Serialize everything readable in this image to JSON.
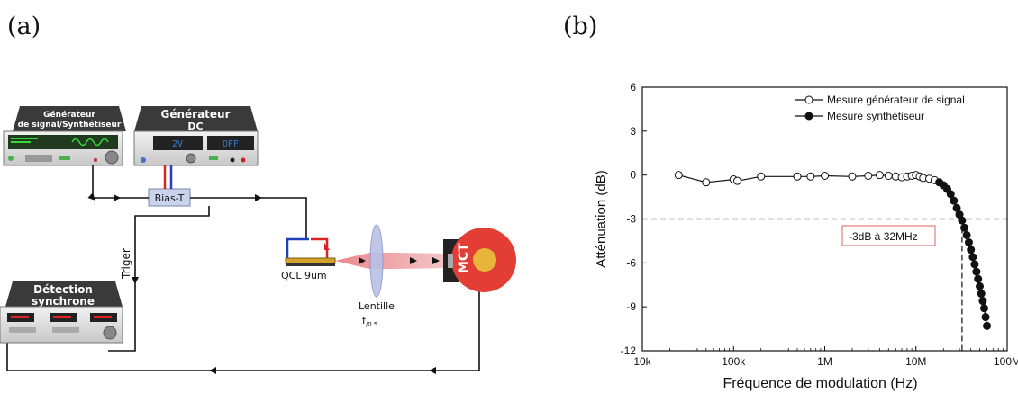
{
  "panel_a": {
    "label": "(a)",
    "signal_generator_title_1": "Générateur",
    "signal_generator_title_2": "de signal/Synthétiseur",
    "dc_generator_title_1": "Générateur",
    "dc_generator_title_2": "DC",
    "dc_display_left": "2V",
    "dc_display_right": "OFF",
    "bias_t_label": "Bias-T",
    "triger_label": "Triger",
    "qcl_label": "QCL 9um",
    "lens_label": "Lentille",
    "lens_f": "f",
    "lens_f_sub": "/0.5",
    "detector_label": "MCT",
    "lockin_title_1": "Détection",
    "lockin_title_2": "synchrone"
  },
  "panel_b": {
    "label": "(b)",
    "annotation": "-3dB à 32MHz"
  },
  "chart_data": {
    "type": "scatter",
    "xlabel": "Fréquence de modulation (Hz)",
    "ylabel": "Atténuation (dB)",
    "x_scale": "log",
    "xlim": [
      10000,
      100000000
    ],
    "ylim": [
      -12,
      6
    ],
    "x_ticks": [
      {
        "value": 10000,
        "label": "10k"
      },
      {
        "value": 100000,
        "label": "100k"
      },
      {
        "value": 1000000,
        "label": "1M"
      },
      {
        "value": 10000000,
        "label": "10M"
      },
      {
        "value": 100000000,
        "label": "100M"
      }
    ],
    "y_ticks": [
      {
        "value": 6,
        "label": "6"
      },
      {
        "value": 3,
        "label": "3"
      },
      {
        "value": 0,
        "label": "0"
      },
      {
        "value": -3,
        "label": "-3"
      },
      {
        "value": -6,
        "label": "-6"
      },
      {
        "value": -9,
        "label": "-9"
      },
      {
        "value": -12,
        "label": "-12"
      }
    ],
    "legend_position": "top-right",
    "reference_lines": {
      "y": -3,
      "x": 32000000
    },
    "series": [
      {
        "name": "Mesure générateur de signal",
        "marker": "open-circle",
        "points": [
          {
            "x": 25000,
            "y": 0.0
          },
          {
            "x": 50000,
            "y": -0.5
          },
          {
            "x": 100000,
            "y": -0.3
          },
          {
            "x": 110000,
            "y": -0.4
          },
          {
            "x": 200000,
            "y": -0.1
          },
          {
            "x": 500000,
            "y": -0.1
          },
          {
            "x": 700000,
            "y": -0.1
          },
          {
            "x": 1000000,
            "y": -0.05
          },
          {
            "x": 2000000,
            "y": -0.1
          },
          {
            "x": 3000000,
            "y": -0.05
          },
          {
            "x": 4000000,
            "y": 0.0
          },
          {
            "x": 5000000,
            "y": -0.05
          },
          {
            "x": 6000000,
            "y": -0.1
          },
          {
            "x": 7000000,
            "y": -0.15
          },
          {
            "x": 8000000,
            "y": -0.1
          },
          {
            "x": 9000000,
            "y": -0.05
          },
          {
            "x": 10000000,
            "y": 0.0
          },
          {
            "x": 11000000,
            "y": -0.1
          },
          {
            "x": 12000000,
            "y": -0.2
          },
          {
            "x": 14000000,
            "y": -0.25
          },
          {
            "x": 16000000,
            "y": -0.35
          }
        ]
      },
      {
        "name": "Mesure synthétiseur",
        "marker": "filled-circle",
        "points": [
          {
            "x": 18000000,
            "y": -0.5
          },
          {
            "x": 20000000,
            "y": -0.7
          },
          {
            "x": 22000000,
            "y": -0.95
          },
          {
            "x": 24000000,
            "y": -1.3
          },
          {
            "x": 26000000,
            "y": -1.75
          },
          {
            "x": 28000000,
            "y": -2.25
          },
          {
            "x": 30000000,
            "y": -2.7
          },
          {
            "x": 32000000,
            "y": -3.1
          },
          {
            "x": 34000000,
            "y": -3.6
          },
          {
            "x": 36000000,
            "y": -4.1
          },
          {
            "x": 38000000,
            "y": -4.6
          },
          {
            "x": 40000000,
            "y": -5.1
          },
          {
            "x": 42000000,
            "y": -5.6
          },
          {
            "x": 44000000,
            "y": -6.1
          },
          {
            "x": 46000000,
            "y": -6.6
          },
          {
            "x": 48000000,
            "y": -7.1
          },
          {
            "x": 50000000,
            "y": -7.6
          },
          {
            "x": 52000000,
            "y": -8.1
          },
          {
            "x": 54000000,
            "y": -8.6
          },
          {
            "x": 56000000,
            "y": -9.1
          },
          {
            "x": 58000000,
            "y": -9.7
          },
          {
            "x": 60000000,
            "y": -10.3
          }
        ]
      }
    ]
  }
}
